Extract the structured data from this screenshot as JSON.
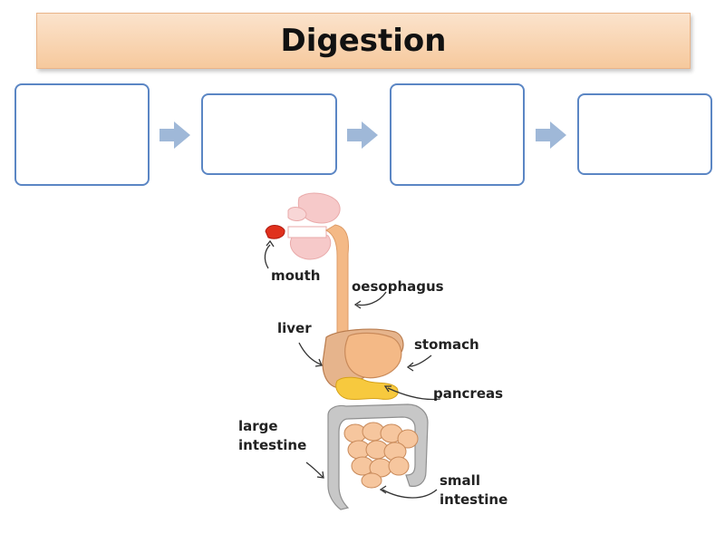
{
  "title": "Digestion",
  "steps": [
    "",
    "",
    "",
    ""
  ],
  "icons": {
    "arrow": "chevron-right-arrow-icon"
  },
  "colors": {
    "banner": "#f6c99d",
    "box_border": "#5b86c4",
    "arrow": "#9fb8d8"
  },
  "labels": {
    "mouth": "mouth",
    "oesophagus": "oesophagus",
    "liver": "liver",
    "stomach": "stomach",
    "pancreas": "pancreas",
    "large_intestine": "large\nintestine",
    "small_intestine": "small\nintestine"
  }
}
